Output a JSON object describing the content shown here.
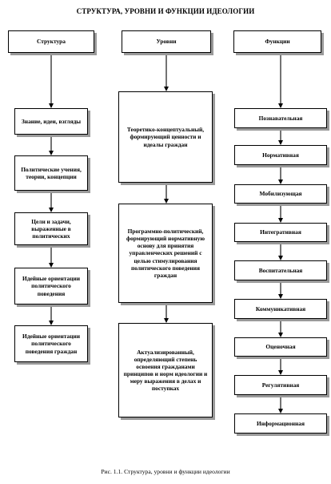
{
  "title": "СТРУКТУРА, УРОВНИ И ФУНКЦИИ ИДЕОЛОГИИ",
  "caption": "Рис. 1.1. Структура, уровни и функции идеологии",
  "columns": {
    "structure": {
      "header": "Структура",
      "items": [
        "Знание, идеи, взгляды",
        "Политические учения, теории, концепции",
        "Цели и задачи, выраженные в политических",
        "Идейные ориентации политического поведения",
        "Идейные ориентации политического поведения граждан"
      ]
    },
    "levels": {
      "header": "Уровни",
      "items": [
        "Теоретико-концептуальный, формирующий ценности и идеалы граждан",
        "Программно-политический, формирующий нормативную основу для принятия управленческих решений с целью стимулирования политического поведения граждан",
        "Актуализированный, определяющий степень освоения гражданами принципов и норм идеологии и меру выражения в делах и поступках"
      ]
    },
    "functions": {
      "header": "Функции",
      "items": [
        "Познавательная",
        "Нормативная",
        "Мобилизующая",
        "Интегративная",
        "Воспитательная",
        "Коммуникативная",
        "Оценочная",
        "Регулятивная",
        "Информационная"
      ]
    }
  }
}
